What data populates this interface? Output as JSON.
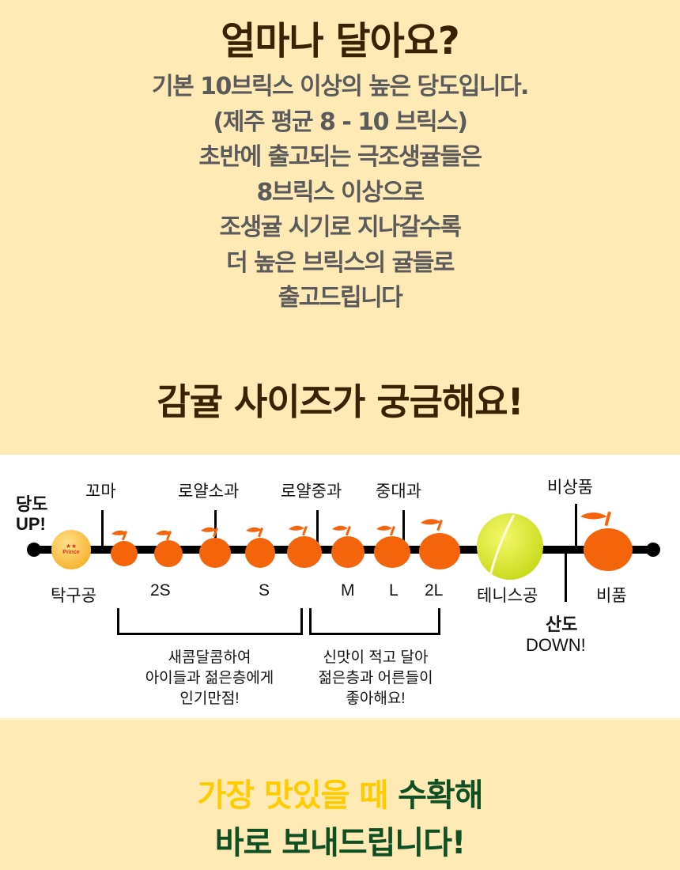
{
  "sweetness": {
    "title": "얼마나 달아요?",
    "lines": [
      "기본 10브릭스 이상의 높은 당도입니다.",
      "(제주 평균 8 - 10 브릭스)",
      "초반에 출고되는 극조생귤들은",
      "8브릭스 이상으로",
      "조생귤 시기로 지나갈수록",
      "더 높은 브릭스의 귤들로",
      "출고드립니다"
    ]
  },
  "size": {
    "title": "감귤 사이즈가 궁금해요!"
  },
  "chart_data": {
    "type": "diagram",
    "title": "감귤 사이즈가 궁금해요!",
    "axis_left_label": [
      "당도",
      "UP!"
    ],
    "axis_right_label": [
      "산도",
      "DOWN!"
    ],
    "top_categories": [
      "꼬마",
      "로얄소과",
      "로얄중과",
      "중대과",
      "비상품"
    ],
    "reference_items": [
      "탁구공",
      "테니스공"
    ],
    "sizes": [
      "2S",
      "S",
      "M",
      "L",
      "2L"
    ],
    "reject_label": "비품",
    "groups": [
      {
        "range": [
          "2S",
          "S"
        ],
        "note": [
          "새콤달콤하여",
          "아이들과 젊은층에게",
          "인기만점!"
        ]
      },
      {
        "range": [
          "M",
          "L"
        ],
        "note": [
          "신맛이 적고 달아",
          "젊은층과 어른들이",
          "좋아해요!"
        ]
      }
    ]
  },
  "chart": {
    "up_label_1": "당도",
    "up_label_2": "UP!",
    "down_label_1": "산도",
    "down_label_2": "DOWN!",
    "cat_kkoma": "꼬마",
    "cat_royal_small": "로얄소과",
    "cat_royal_mid": "로얄중과",
    "cat_mid_large": "중대과",
    "cat_nonstandard": "비상품",
    "ref_pingpong": "탁구공",
    "ref_tennis": "테니스공",
    "size_2s": "2S",
    "size_s": "S",
    "size_m": "M",
    "size_l": "L",
    "size_2l": "2L",
    "reject": "비품",
    "note1": [
      "새콤달콤하여",
      "아이들과 젊은층에게",
      "인기만점!"
    ],
    "note2": [
      "신맛이 적고 달아",
      "젊은층과 어른들이",
      "좋아해요!"
    ],
    "pingpong_brand": "Prince",
    "colors": {
      "orange": "#f4640a",
      "tennis": "#e2f03a",
      "pingpong": "#fbc64a"
    }
  },
  "footer": {
    "line1_yellow": "가장 맛있을 때",
    "line1_green": "수확해",
    "line2": "바로 보내드립니다!",
    "colors": {
      "yellow": "#ffcc00",
      "green": "#0f5022"
    }
  }
}
